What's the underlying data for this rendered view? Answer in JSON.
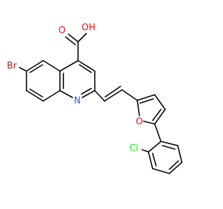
{
  "molecule": {
    "atom_labels": {
      "oxygen_carbonyl": "O",
      "oxygen_hydroxyl": "OH",
      "bromine": "Br",
      "nitrogen": "N",
      "oxygen_furan": "O",
      "chlorine": "Cl"
    },
    "colors": {
      "bond": "#000000",
      "oxygen": "#ff0d0d",
      "bromine": "#a62929",
      "nitrogen": "#3050f8",
      "chlorine": "#1ff01f"
    }
  }
}
